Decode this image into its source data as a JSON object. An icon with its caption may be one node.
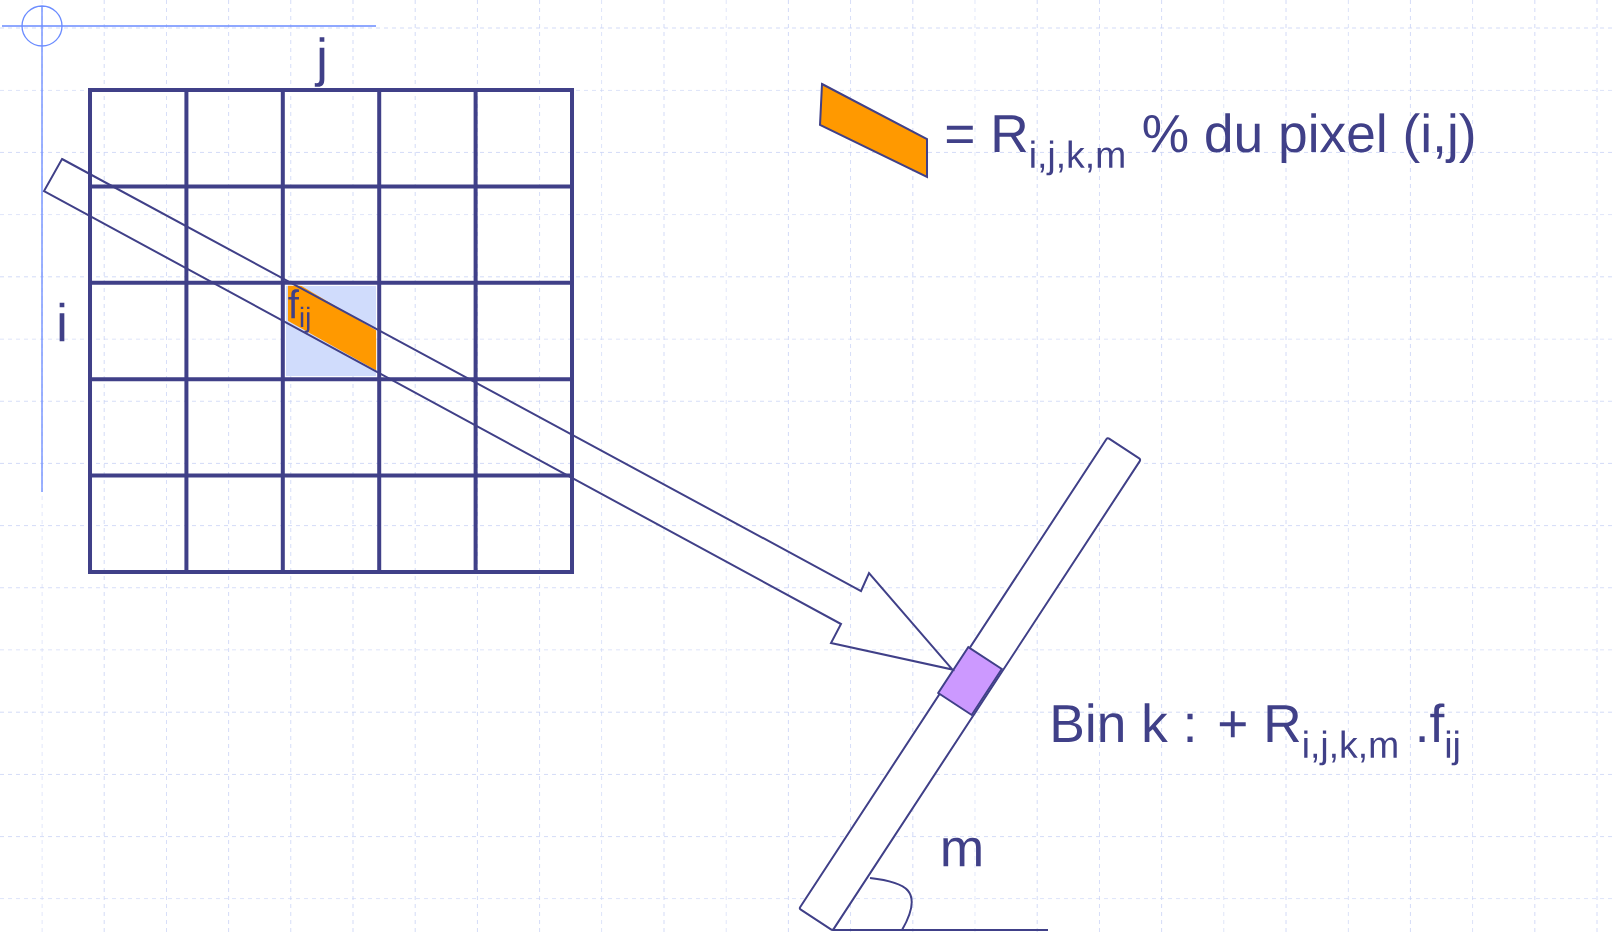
{
  "diagram": {
    "nodes": [
      {
        "text": [],
        "shape": "box"
      },
      {
        "text": [
          "f$_{ij}$"
        ],
        "in": 0
      },
      {
        "text": [],
        "shape": "bar"
      },
      {
        "text": [],
        "shape": "box",
        "in": 2,
        "beside": [
          "Bin k : + R$_{i,j,k,m}$ .f$_{ij}$"
        ]
      }
    ],
    "edges": [
      {
        "from": null,
        "to": 3,
        "arrow": "to"
      }
    ],
    "labels": [
      "j",
      "i",
      "m"
    ],
    "legend": [
      {
        "text": "= R$_{i,j,k,m}$ % du pixel (i,j)",
        "color": "#ff9900"
      }
    ]
  }
}
